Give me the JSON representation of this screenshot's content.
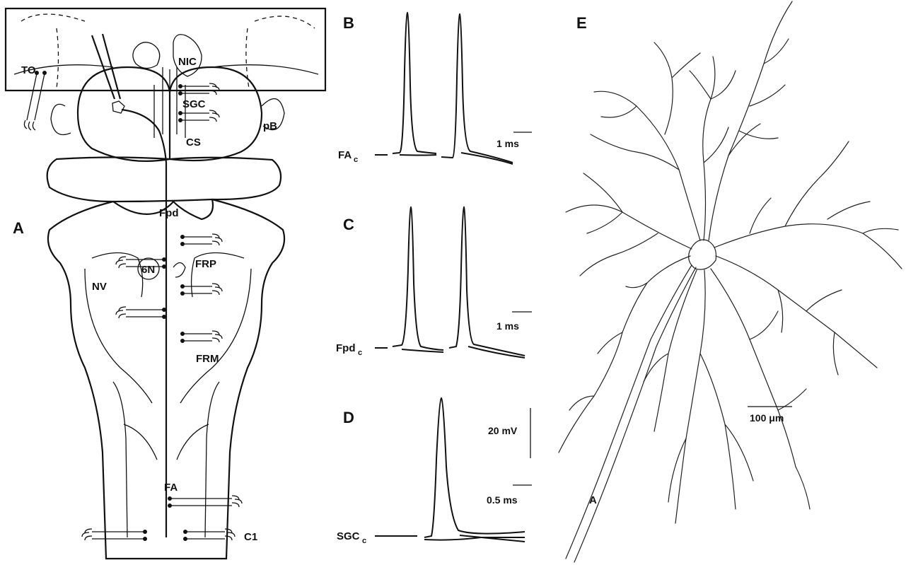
{
  "panels": {
    "A": {
      "letter": "A",
      "labels": {
        "to": "TO",
        "nic": "NIC",
        "sgc": "SGC",
        "cs": "CS",
        "pb": "pB",
        "fpd": "Fpd",
        "frp": "FRP",
        "nv": "NV",
        "six_n": "6N",
        "frm": "FRM",
        "fa": "FA",
        "c1": "C1"
      }
    },
    "B": {
      "letter": "B",
      "trace_label": "FA",
      "trace_sub": "c",
      "scale_time": "1 ms"
    },
    "C": {
      "letter": "C",
      "trace_label": "Fpd",
      "trace_sub": "c",
      "scale_time": "1 ms"
    },
    "D": {
      "letter": "D",
      "trace_label": "SGC",
      "trace_sub": "c",
      "scale_voltage": "20 mV",
      "scale_time": "0.5 ms"
    },
    "E": {
      "letter": "E",
      "scale_length": "100 μm",
      "axon_label": "A"
    }
  }
}
